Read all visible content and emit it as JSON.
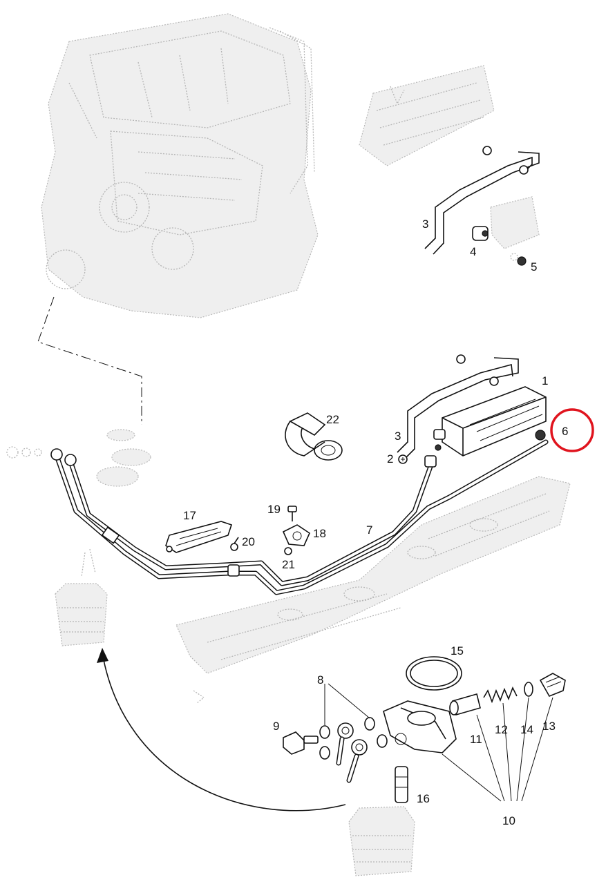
{
  "callouts": {
    "p1": "1",
    "p2": "2",
    "p3a": "3",
    "p3b": "3",
    "p4": "4",
    "p5": "5",
    "p6": "6",
    "p7": "7",
    "p8": "8",
    "p9": "9",
    "p10": "10",
    "p11": "11",
    "p12": "12",
    "p13": "13",
    "p14": "14",
    "p15": "15",
    "p16": "16",
    "p17": "17",
    "p18": "18",
    "p19": "19",
    "p20": "20",
    "p21": "21",
    "p22": "22"
  },
  "highlight": {
    "target": "6",
    "color": "#e0141e"
  }
}
